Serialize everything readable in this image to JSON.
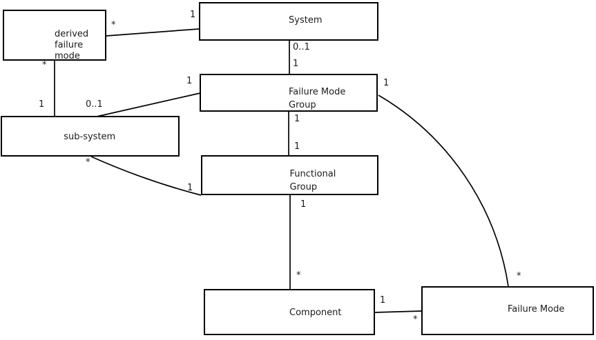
{
  "colors": {
    "background": "#ffffff",
    "box_border": "#000000",
    "connector": "#000000",
    "text": "#1a1a1a"
  },
  "boxes": [
    {
      "id": "derived-failure-mode",
      "label": "derived\nfailure\nmode"
    },
    {
      "id": "system",
      "label": "System"
    },
    {
      "id": "failure-mode-group",
      "label": "Failure Mode\nGroup"
    },
    {
      "id": "sub-system",
      "label": "sub-system"
    },
    {
      "id": "functional-group",
      "label": "Functional\nGroup"
    },
    {
      "id": "component",
      "label": "Component"
    },
    {
      "id": "failure-mode",
      "label": "Failure Mode"
    }
  ],
  "labels": [
    {
      "text": "*"
    },
    {
      "text": "1"
    },
    {
      "text": "*"
    },
    {
      "text": "1"
    },
    {
      "text": "0..1"
    },
    {
      "text": "1"
    },
    {
      "text": "0..1"
    },
    {
      "text": "1"
    },
    {
      "text": "1"
    },
    {
      "text": "1"
    },
    {
      "text": "1"
    },
    {
      "text": "*"
    },
    {
      "text": "*"
    },
    {
      "text": "1"
    },
    {
      "text": "1"
    },
    {
      "text": "*"
    },
    {
      "text": "1"
    },
    {
      "text": "*"
    }
  ]
}
